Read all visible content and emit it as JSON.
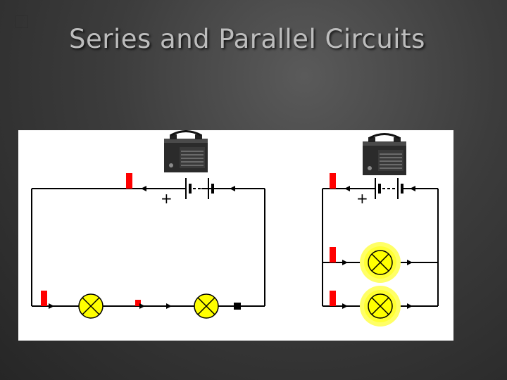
{
  "slide": {
    "title": "Series and Parallel Circuits"
  },
  "diagram": {
    "series_circuit": {
      "battery_terminal": "+",
      "bulb_count": 2
    },
    "parallel_circuit": {
      "battery_terminal": "+",
      "bulb_count": 2
    },
    "colors": {
      "wire": "#000000",
      "electron_marker": "#ff0000",
      "bulb": "#ffff00",
      "bulb_glow": "#ffff66",
      "background": "#ffffff"
    }
  }
}
